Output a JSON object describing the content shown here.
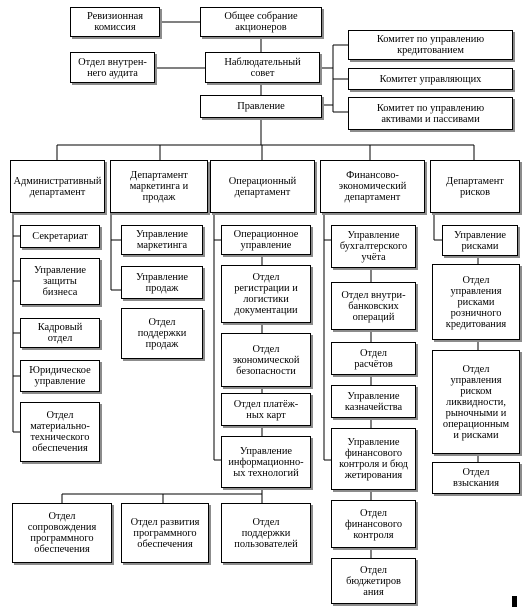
{
  "nodes": {
    "revision_commission": "Ревизионная\nкомиссия",
    "general_meeting": "Общее собрание\nакционеров",
    "internal_audit": "Отдел внутрен-\nнего аудита",
    "supervisory_board": "Наблюдательный\nсовет",
    "board": "Правление",
    "credit_committee": "Комитет по управлению\nкредитованием",
    "managers_committee": "Комитет управляющих",
    "alco_committee": "Комитет по управлению\nактивами и пассивами",
    "admin_department": "Административный\nдепартамент",
    "marketing_department": "Департамент\nмаркетинга и\nпродаж",
    "operations_department": "Операционный\nдепартамент",
    "finance_department": "Финансово-\nэкономический\nдепартамент",
    "risk_department": "Департамент\nрисков",
    "secretariat": "Секретариат",
    "business_protection": "Управление\nзащиты\nбизнеса",
    "hr_department": "Кадровый\nотдел",
    "legal_department": "Юридическое\nуправление",
    "logistics_supply": "Отдел\nматериально-\nтехнического\nобеспечения",
    "marketing_management": "Управление\nмаркетинга",
    "sales_management": "Управление\nпродаж",
    "sales_support": "Отдел\nподдержки\nпродаж",
    "operations_management": "Операционное\nуправление",
    "registration_logistics": "Отдел\nрегистрации и\nлогистики\nдокументации",
    "economic_security": "Отдел\nэкономической\nбезопасности",
    "payment_cards": "Отдел платёж-\nных карт",
    "it_management": "Управление\nинформационно-\nых технологий",
    "accounting_management": "Управление\nбухгалтерского\nучёта",
    "internal_operations": "Отдел внутри-\nбанковских\nопераций",
    "settlements": "Отдел\nрасчётов",
    "treasury": "Управление\nказначейства",
    "financial_control_budgeting": "Управление\nфинансового\nконтроля и бюд\nжетирования",
    "financial_control": "Отдел\nфинансового\nконтроля",
    "budgeting": "Отдел\nбюджетиров\nания",
    "risk_management": "Управление\nрисками",
    "retail_credit_risk": "Отдел\nуправления\nрисками\nрозничного\nкредитования",
    "liquidity_risk": "Отдел\nуправления\nриском\nликвидности,\nрыночными и\nоперационным\nи рисками",
    "collections": "Отдел\nвзыскания",
    "software_support": "Отдел\nсопровождения\nпрограммного\nобеспечения",
    "software_development": "Отдел развития\nпрограммного\nобеспечения",
    "user_support": "Отдел\nподдержки\nпользователей"
  }
}
